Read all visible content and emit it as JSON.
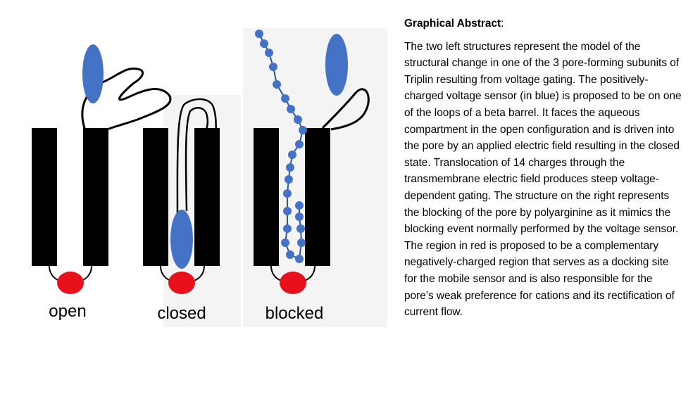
{
  "colors": {
    "barrel": "#000000",
    "sensor": "#4472c4",
    "dock": "#e8101a",
    "chain": "#2f5597",
    "background": "#ffffff"
  },
  "panels": [
    {
      "key": "open",
      "label": "open"
    },
    {
      "key": "closed",
      "label": "closed"
    },
    {
      "key": "blocked",
      "label": "blocked"
    }
  ],
  "abstract": {
    "heading": "Graphical Abstract",
    "heading_suffix": ":",
    "body": "The two left structures represent the model of the structural change in one of the 3 pore-forming subunits of Triplin resulting from voltage gating. The positively-charged voltage sensor (in blue) is proposed to be on one of the loops of a beta barrel. It faces the aqueous compartment in the open configuration and is driven into the pore by an applied electric field resulting in the closed state. Translocation of 14 charges through the transmembrane electric field produces steep voltage-dependent gating. The structure on the right represents the blocking of the pore by polyarginine as it mimics the blocking event normally performed by the voltage sensor. The region in red is proposed to be a complementary negatively-charged region that serves as a docking site for the mobile sensor and is also responsible for the pore’s weak preference for cations and its rectification of current flow."
  }
}
